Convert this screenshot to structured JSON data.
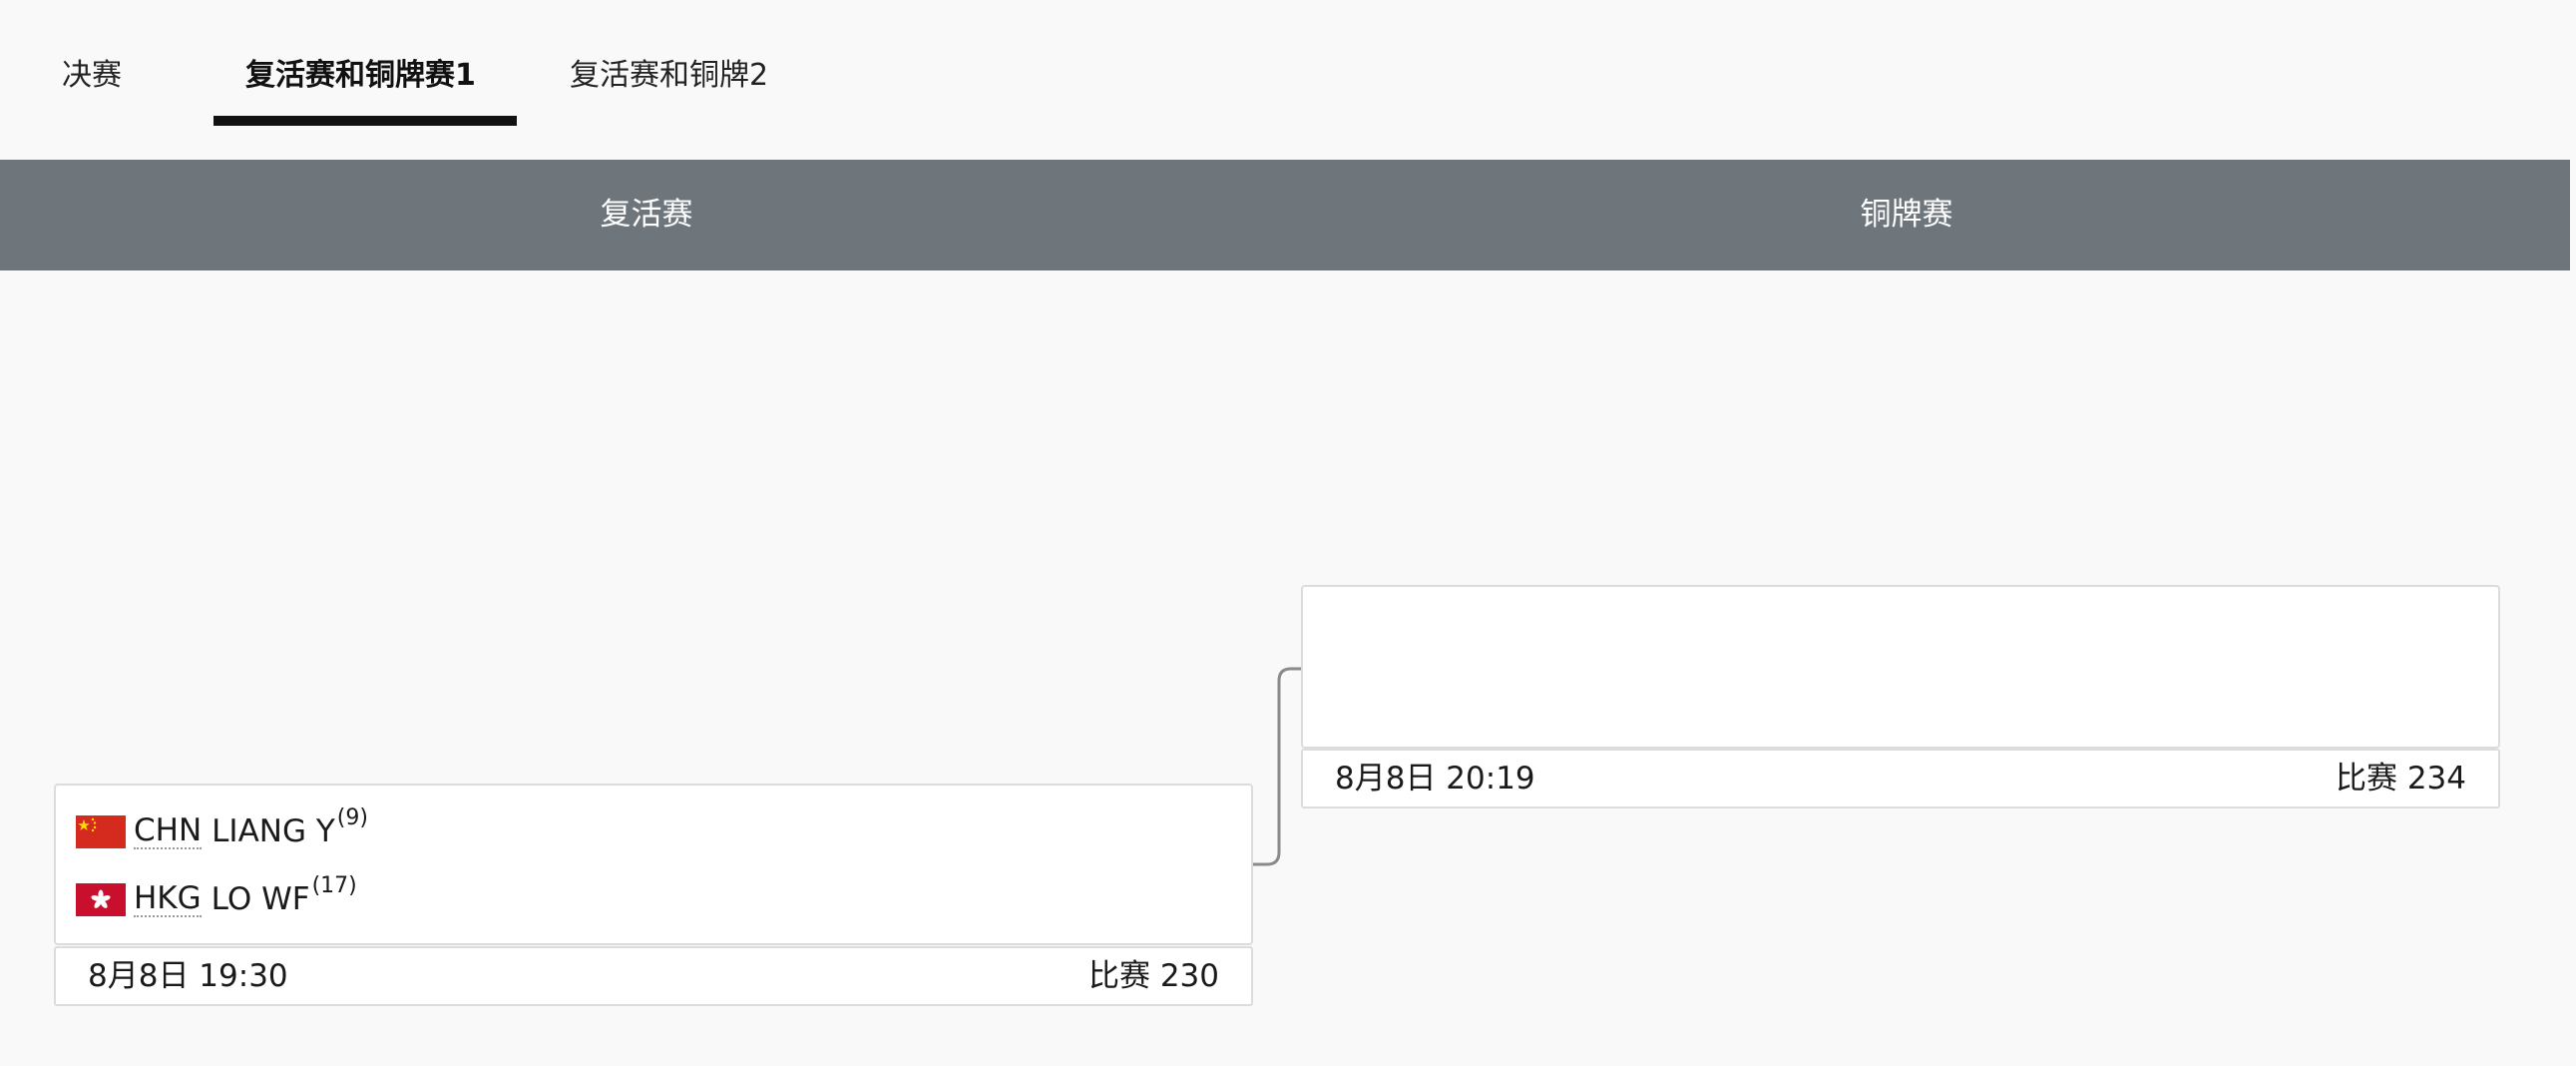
{
  "tabs": [
    {
      "label": "决赛",
      "active": false
    },
    {
      "label": "复活赛和铜牌赛1",
      "active": true
    },
    {
      "label": "复活赛和铜牌2",
      "active": false
    }
  ],
  "rounds": [
    {
      "title": "复活赛"
    },
    {
      "title": "铜牌赛"
    }
  ],
  "matches": {
    "repechage": {
      "competitors": [
        {
          "noc": "CHN",
          "name": "LIANG Y",
          "seed": "(9)",
          "flag_icon": "china-flag-icon"
        },
        {
          "noc": "HKG",
          "name": "LO WF",
          "seed": "(17)",
          "flag_icon": "hong-kong-flag-icon"
        }
      ],
      "date_time": "8月8日 19:30",
      "match_label": "比赛 230"
    },
    "bronze": {
      "competitors": [],
      "date_time": "8月8日 20:19",
      "match_label": "比赛 234"
    }
  },
  "colors": {
    "header_bg": "#6e767c",
    "page_bg": "#f9f9f9",
    "active_tab_underline": "#111111",
    "flag_red": "#d52b1e",
    "hk_flag_red": "#c8102e"
  }
}
